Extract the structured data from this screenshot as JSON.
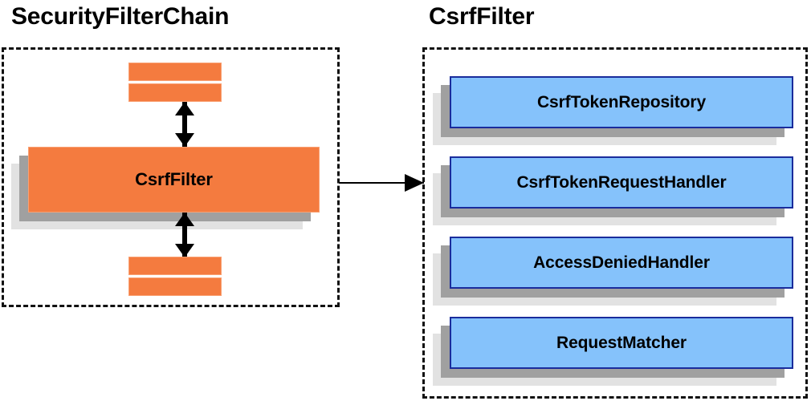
{
  "diagram": {
    "title_left": "SecurityFilterChain",
    "title_right": "CsrfFilter",
    "colors": {
      "box_orange_fill": "#f47b3f",
      "box_orange_border": "#f9a072",
      "box_blue_fill": "#85c2fb",
      "box_blue_border": "#1a2c9c",
      "shadow_dark": "#a0a0a0",
      "shadow_light": "#e2e2e2",
      "outline_dashed": "#111111",
      "text": "#000000",
      "background": "#ffffff"
    }
  },
  "left_panel": {
    "title": "SecurityFilterChain",
    "top_bars": [
      {
        "label": ""
      },
      {
        "label": ""
      }
    ],
    "main_box": {
      "label": "CsrfFilter"
    },
    "bottom_bars": [
      {
        "label": ""
      },
      {
        "label": ""
      }
    ],
    "arrows": [
      {
        "name": "top-double-arrow",
        "direction": "vertical-double"
      },
      {
        "name": "bottom-double-arrow",
        "direction": "vertical-double"
      }
    ]
  },
  "right_panel": {
    "title": "CsrfFilter",
    "components": [
      {
        "label": "CsrfTokenRepository"
      },
      {
        "label": "CsrfTokenRequestHandler"
      },
      {
        "label": "AccessDeniedHandler"
      },
      {
        "label": "RequestMatcher"
      }
    ]
  },
  "connector": {
    "name": "csrffilter-to-detail-arrow",
    "direction": "horizontal-right"
  }
}
